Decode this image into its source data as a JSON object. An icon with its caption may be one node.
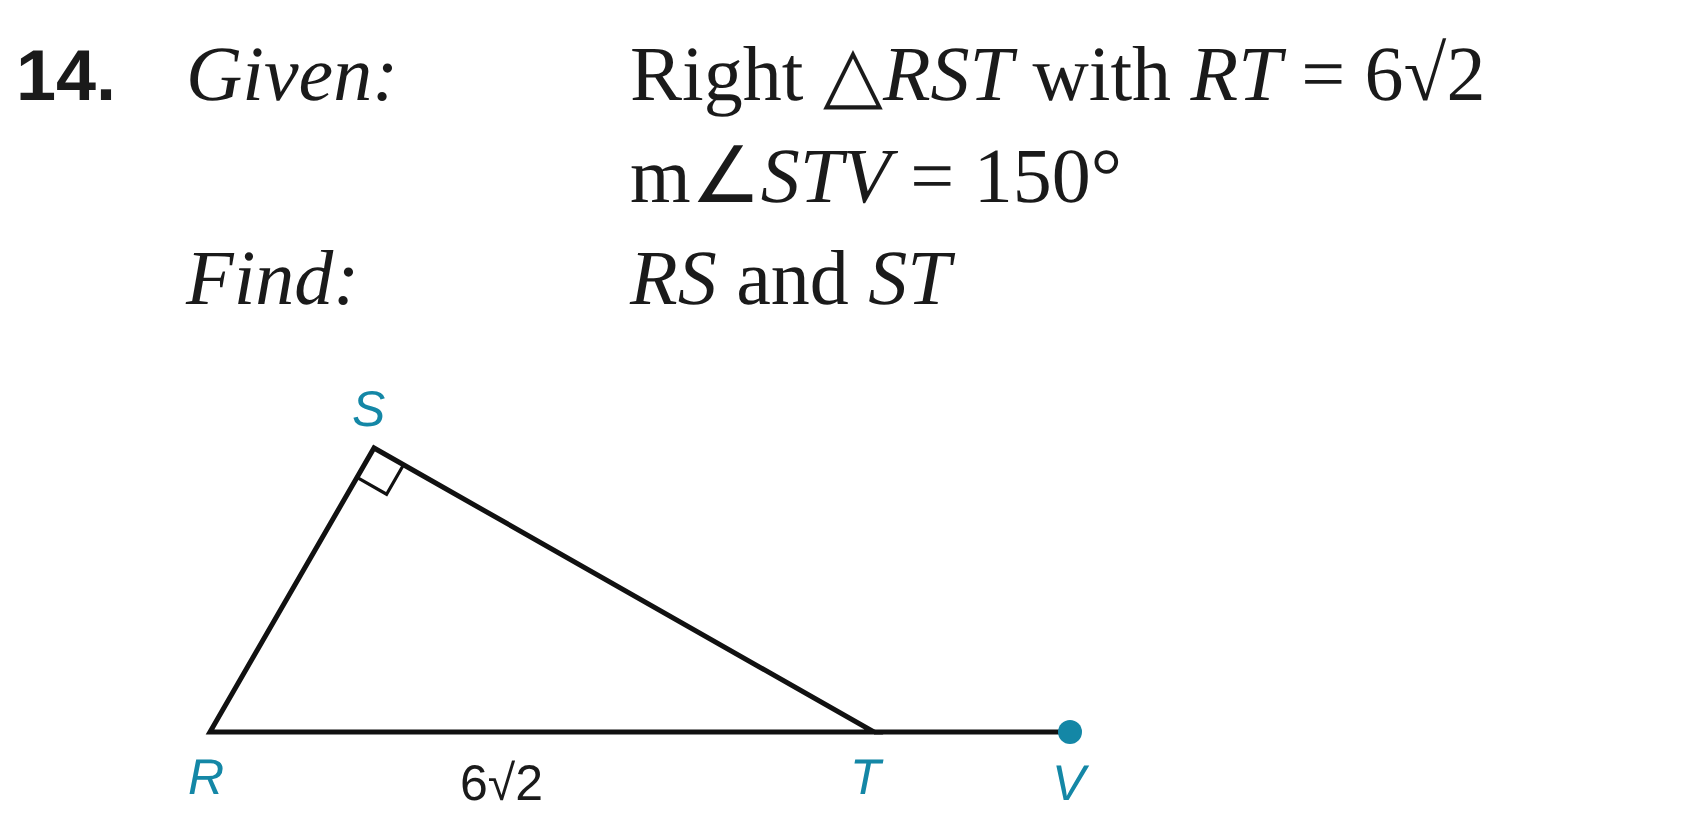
{
  "diagram": {
    "labels": [
      "14.",
      "Given:",
      "Right △*RST* with *RT* = 6√2",
      "m∠*STV* = 150°",
      "Find:",
      "*RS* and *ST*",
      "S",
      "R",
      "6√2",
      "T",
      "V"
    ]
  }
}
